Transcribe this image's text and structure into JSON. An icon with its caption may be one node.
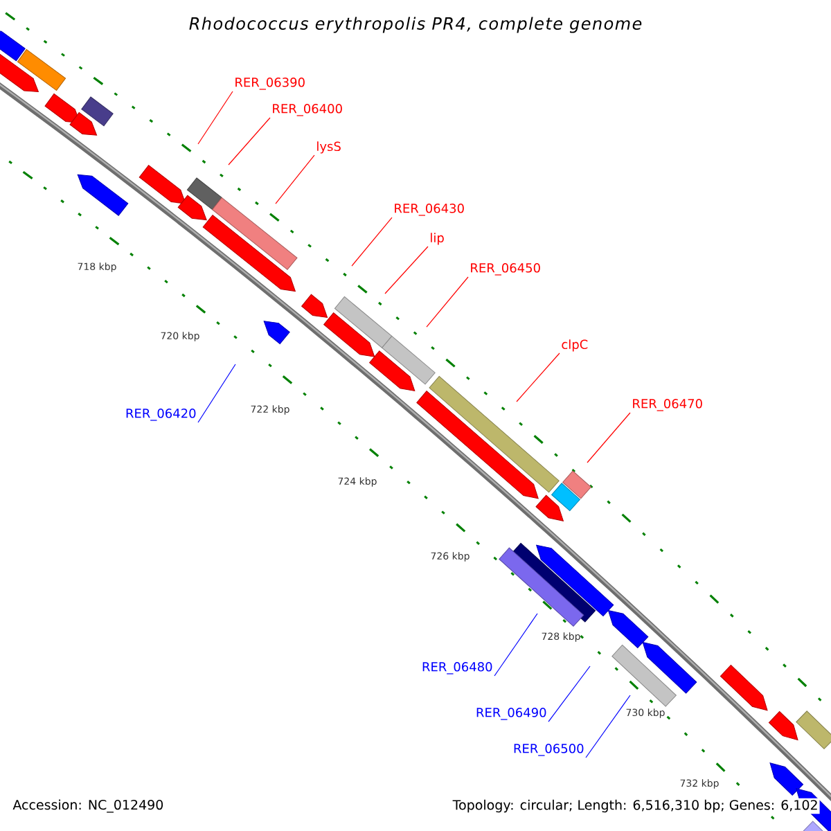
{
  "diagram": {
    "title": "Rhodococcus erythropolis PR4, complete genome",
    "nodes": [
      {
        "text": [
          "RER_06390"
        ]
      },
      {
        "text": [
          "RER_06400"
        ]
      },
      {
        "text": [
          "lysS"
        ]
      },
      {
        "text": [
          "RER_06430"
        ]
      },
      {
        "text": [
          "lip"
        ]
      },
      {
        "text": [
          "RER_06450"
        ]
      },
      {
        "text": [
          "clpC"
        ]
      },
      {
        "text": [
          "RER_06470"
        ]
      },
      {
        "text": [
          "RER_06420"
        ]
      },
      {
        "text": [
          "RER_06480"
        ]
      },
      {
        "text": [
          "RER_06490"
        ]
      },
      {
        "text": [
          "RER_06500"
        ]
      }
    ],
    "edges": [
      {
        "from": 0,
        "to": null,
        "arrow": "none"
      },
      {
        "from": 1,
        "to": null,
        "arrow": "none"
      },
      {
        "from": 2,
        "to": null,
        "arrow": "none"
      },
      {
        "from": 3,
        "to": null,
        "arrow": "none"
      },
      {
        "from": 4,
        "to": null,
        "arrow": "none"
      },
      {
        "from": 5,
        "to": null,
        "arrow": "none"
      },
      {
        "from": 6,
        "to": null,
        "arrow": "none"
      },
      {
        "from": 7,
        "to": null,
        "arrow": "none"
      },
      {
        "from": 8,
        "to": null,
        "arrow": "none",
        "color": "#0000ff"
      },
      {
        "from": 9,
        "to": null,
        "arrow": "none",
        "color": "#0000ff"
      },
      {
        "from": 10,
        "to": null,
        "arrow": "none",
        "color": "#0000ff"
      },
      {
        "from": 11,
        "to": null,
        "arrow": "none",
        "color": "#0000ff"
      }
    ],
    "labels": [
      "718 kbp",
      "720 kbp",
      "722 kbp",
      "724 kbp",
      "726 kbp",
      "728 kbp",
      "730 kbp",
      "732 kbp",
      "Accession: NC_012490",
      "Topology: circular; Length: 6,516,310 bp; Genes: 6,102"
    ]
  }
}
